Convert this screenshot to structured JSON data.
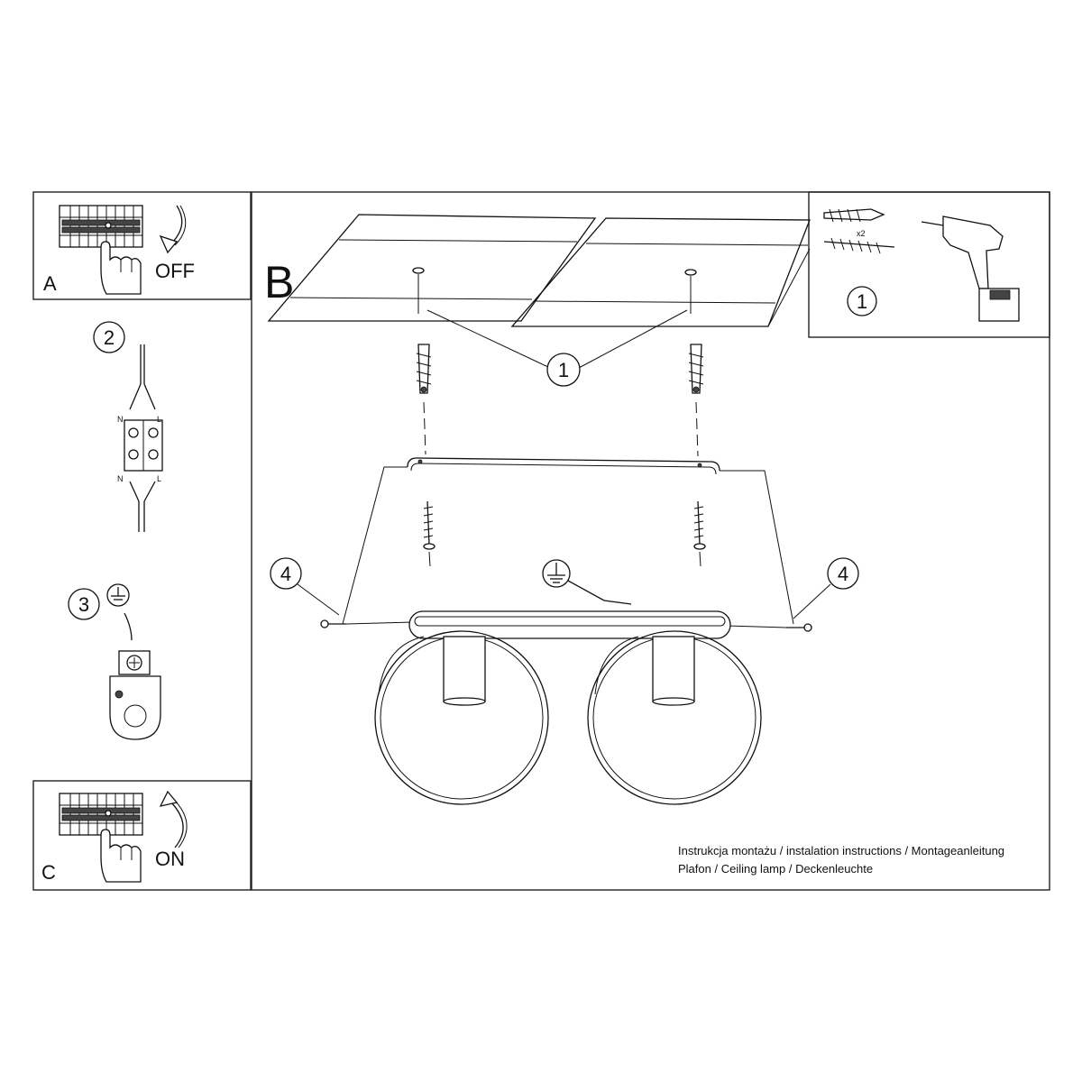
{
  "panels": {
    "a": {
      "letter": "A",
      "state": "OFF"
    },
    "b": {
      "letter": "B"
    },
    "c": {
      "letter": "C",
      "state": "ON"
    }
  },
  "steps": {
    "hardware": "1",
    "hardware_callout": "1",
    "hardware_qty": "x2",
    "wiring": "2",
    "earth": "3",
    "side_screw_left": "4",
    "side_screw_right": "4"
  },
  "terminal_labels": {
    "neutral_in": "N",
    "live_in": "L",
    "neutral_out": "N",
    "live_out": "L"
  },
  "icons": [
    "breaker-panel-icon",
    "hand-icon",
    "drill-icon",
    "wall-plug-icon",
    "screw-icon",
    "earth-symbol-icon",
    "terminal-block-icon"
  ],
  "caption": {
    "line1": "Instrukcja montażu / instalation instructions / Montageanleitung",
    "line2": "Plafon / Ceiling lamp / Deckenleuchte"
  }
}
